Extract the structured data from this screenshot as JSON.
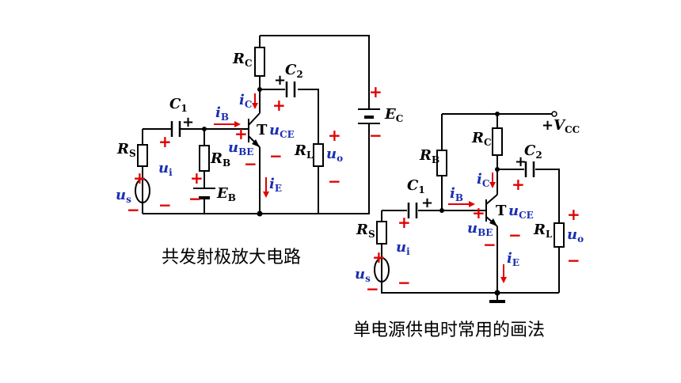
{
  "circuit1": {
    "caption": "共发射极放大电路",
    "RC": "R",
    "RC_sub": "C",
    "C2": "C",
    "C2_sub": "2",
    "EC": "E",
    "EC_sub": "C",
    "C1": "C",
    "C1_sub": "1",
    "iB": "i",
    "iB_sub": "B",
    "iC": "i",
    "iC_sub": "C",
    "T": "T",
    "uCE": "u",
    "uCE_sub": "CE",
    "uBE": "u",
    "uBE_sub": "BE",
    "RS": "R",
    "RS_sub": "S",
    "RB": "R",
    "RB_sub": "B",
    "RL": "R",
    "RL_sub": "L",
    "uo": "u",
    "uo_sub": "o",
    "ui": "u",
    "ui_sub": "i",
    "iE": "i",
    "iE_sub": "E",
    "EB": "E",
    "EB_sub": "B",
    "us": "u",
    "us_sub": "s",
    "plus": "+",
    "minus": "−"
  },
  "circuit2": {
    "caption": "单电源供电时常用的画法",
    "VCC": "+V",
    "VCC_sub": "CC",
    "RB": "R",
    "RB_sub": "B",
    "RC": "R",
    "RC_sub": "C",
    "C2": "C",
    "C2_sub": "2",
    "C1": "C",
    "C1_sub": "1",
    "iB": "i",
    "iB_sub": "B",
    "iC": "i",
    "iC_sub": "C",
    "T": "T",
    "uCE": "u",
    "uCE_sub": "CE",
    "uBE": "u",
    "uBE_sub": "BE",
    "RS": "R",
    "RS_sub": "S",
    "RL": "R",
    "RL_sub": "L",
    "uo": "u",
    "uo_sub": "o",
    "ui": "u",
    "ui_sub": "i",
    "iE": "i",
    "iE_sub": "E",
    "us": "u",
    "us_sub": "s",
    "plus": "+",
    "minus": "−"
  }
}
